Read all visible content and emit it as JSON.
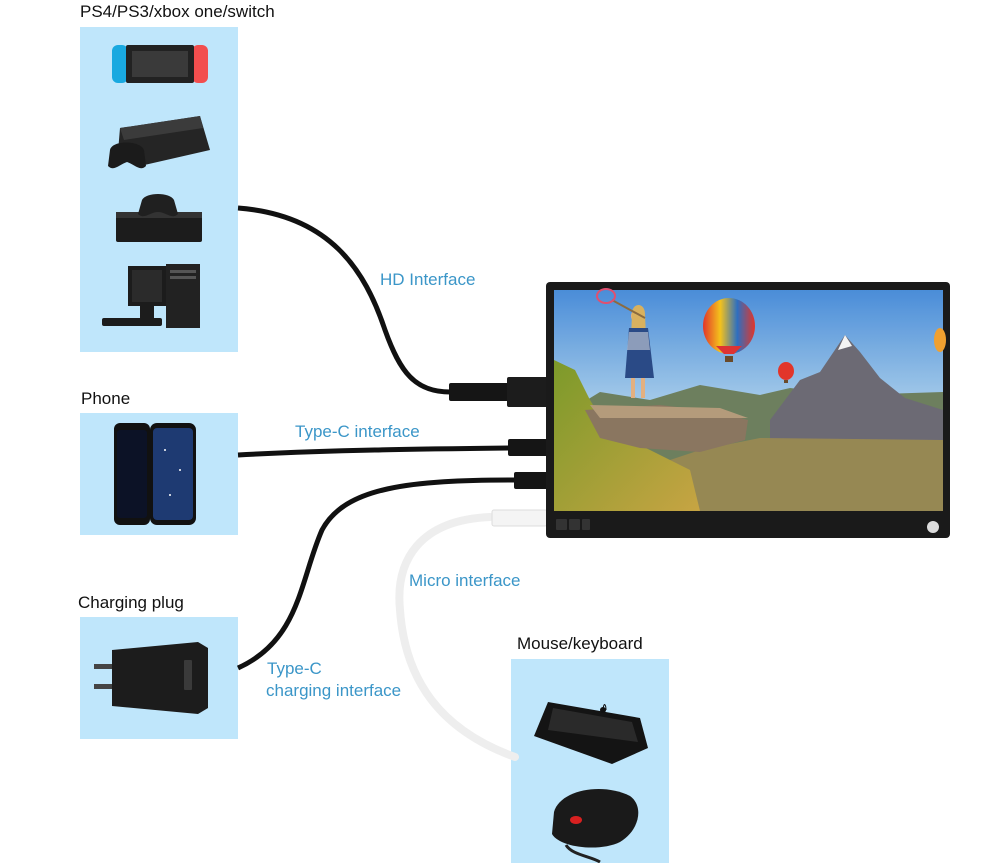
{
  "groups": {
    "consoles": {
      "title": "PS4/PS3/xbox one/switch",
      "items": [
        "switch-icon",
        "ps3-icon",
        "xbox-icon",
        "desktop-pc-icon"
      ]
    },
    "phone": {
      "title": "Phone",
      "items": [
        "smartphone-icon"
      ]
    },
    "charger": {
      "title": "Charging plug",
      "items": [
        "wall-charger-icon"
      ]
    },
    "input": {
      "title": "Mouse/keyboard",
      "items": [
        "keyboard-icon",
        "mouse-icon"
      ]
    }
  },
  "connections": {
    "hd": "HD Interface",
    "typec": "Type-C interface",
    "micro": "Micro interface",
    "charging_line1": "Type-C",
    "charging_line2": "charging interface"
  },
  "colors": {
    "panel": "#bfe6fb",
    "label_accent": "#3b96c8",
    "cable_dark": "#111111",
    "cable_light": "#eeeeee"
  }
}
